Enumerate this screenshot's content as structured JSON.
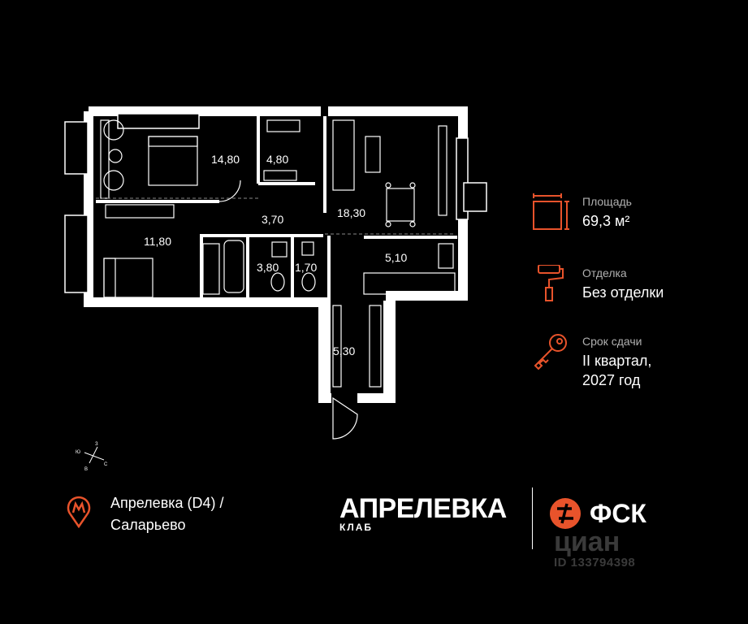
{
  "plan": {
    "rooms": [
      {
        "id": "bedroom-1",
        "area": "14,80"
      },
      {
        "id": "wardrobe",
        "area": "4,80"
      },
      {
        "id": "hall",
        "area": "3,70"
      },
      {
        "id": "living",
        "area": "18,30"
      },
      {
        "id": "bedroom-2",
        "area": "11,80"
      },
      {
        "id": "bathroom",
        "area": "3,80"
      },
      {
        "id": "wc",
        "area": "1,70"
      },
      {
        "id": "kitchen",
        "area": "5,10"
      },
      {
        "id": "corridor",
        "area": "5,30"
      }
    ],
    "compass": {
      "n": "С",
      "s": "Ю",
      "w": "З",
      "e": "В"
    }
  },
  "info": {
    "area": {
      "label": "Площадь",
      "value": "69,3 м²"
    },
    "finish": {
      "label": "Отделка",
      "value": "Без отделки"
    },
    "delivery": {
      "label": "Срок сдачи",
      "value": "II квартал,\n2027 год"
    }
  },
  "metro": {
    "text": "Апрелевка (D4)  /\nСаларьево"
  },
  "brand": {
    "name": "АПРЕЛЕВКА",
    "sub": "КЛАБ"
  },
  "developer": {
    "name": "ФСК"
  },
  "watermark": {
    "logo": "циан",
    "id": "ID 133794398"
  },
  "colors": {
    "accent": "#e8532b",
    "wall": "#ffffff",
    "background": "#000000"
  }
}
